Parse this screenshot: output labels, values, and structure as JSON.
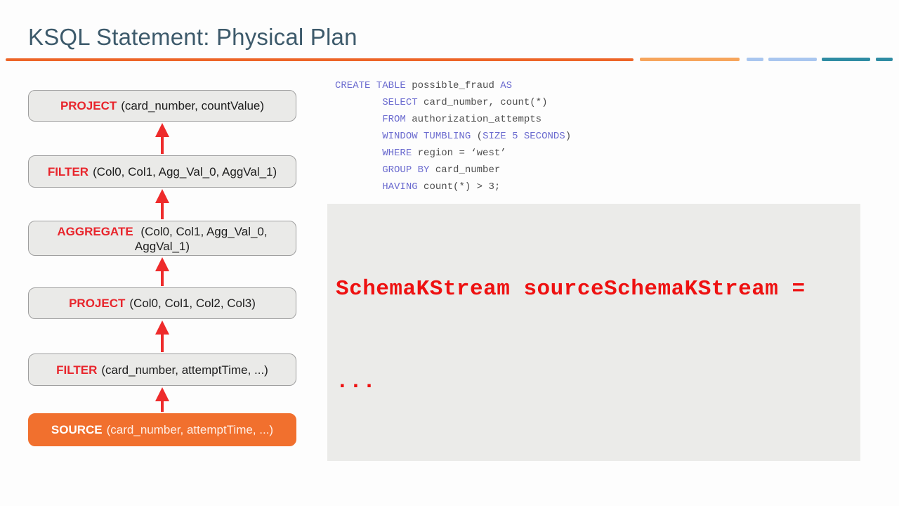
{
  "slide": {
    "title": "KSQL Statement: Physical Plan"
  },
  "theme": {
    "accent_orange": "#ed6527",
    "accent_light_orange": "#f6a55c",
    "accent_light_blue": "#a9c6ef",
    "accent_teal": "#2f8ca3",
    "keyword_red": "#e8252c",
    "source_node_orange": "#f1702e",
    "sql_keyword_blue": "#6b6bcf",
    "output_code_red": "#ee1111"
  },
  "plan": {
    "nodes": [
      {
        "keyword": "PROJECT",
        "args": "(card_number, countValue)"
      },
      {
        "keyword": "FILTER",
        "args": "(Col0, Col1, Agg_Val_0, AggVal_1)"
      },
      {
        "keyword": "AGGREGATE",
        "args": "(Col0, Col1, Agg_Val_0, AggVal_1)"
      },
      {
        "keyword": "PROJECT",
        "args": "(Col0, Col1, Col2, Col3)"
      },
      {
        "keyword": "FILTER",
        "args": "(card_number, attemptTime, ...)"
      },
      {
        "keyword": "SOURCE",
        "args": "(card_number, attemptTime, ...)"
      }
    ]
  },
  "sql": {
    "lines": [
      [
        {
          "c": "kw",
          "t": "CREATE TABLE"
        },
        {
          "c": "id",
          "t": " possible_fraud "
        },
        {
          "c": "kw",
          "t": "AS"
        }
      ],
      [
        {
          "c": "id",
          "t": "        "
        },
        {
          "c": "kw",
          "t": "SELECT"
        },
        {
          "c": "id",
          "t": " card_number, count(*)"
        }
      ],
      [
        {
          "c": "id",
          "t": "        "
        },
        {
          "c": "kw",
          "t": "FROM"
        },
        {
          "c": "id",
          "t": " authorization_attempts"
        }
      ],
      [
        {
          "c": "id",
          "t": "        "
        },
        {
          "c": "kw",
          "t": "WINDOW TUMBLING"
        },
        {
          "c": "id",
          "t": " ("
        },
        {
          "c": "kw",
          "t": "SIZE 5 SECONDS"
        },
        {
          "c": "id",
          "t": ")"
        }
      ],
      [
        {
          "c": "id",
          "t": "        "
        },
        {
          "c": "kw",
          "t": "WHERE"
        },
        {
          "c": "id",
          "t": " region = ‘west’"
        }
      ],
      [
        {
          "c": "id",
          "t": "        "
        },
        {
          "c": "kw",
          "t": "GROUP BY"
        },
        {
          "c": "id",
          "t": " card_number"
        }
      ],
      [
        {
          "c": "id",
          "t": "        "
        },
        {
          "c": "kw",
          "t": "HAVING"
        },
        {
          "c": "id",
          "t": " count(*) > 3;"
        }
      ]
    ]
  },
  "output_panel": {
    "lines": [
      "SchemaKStream sourceSchemaKStream =",
      "..."
    ]
  }
}
